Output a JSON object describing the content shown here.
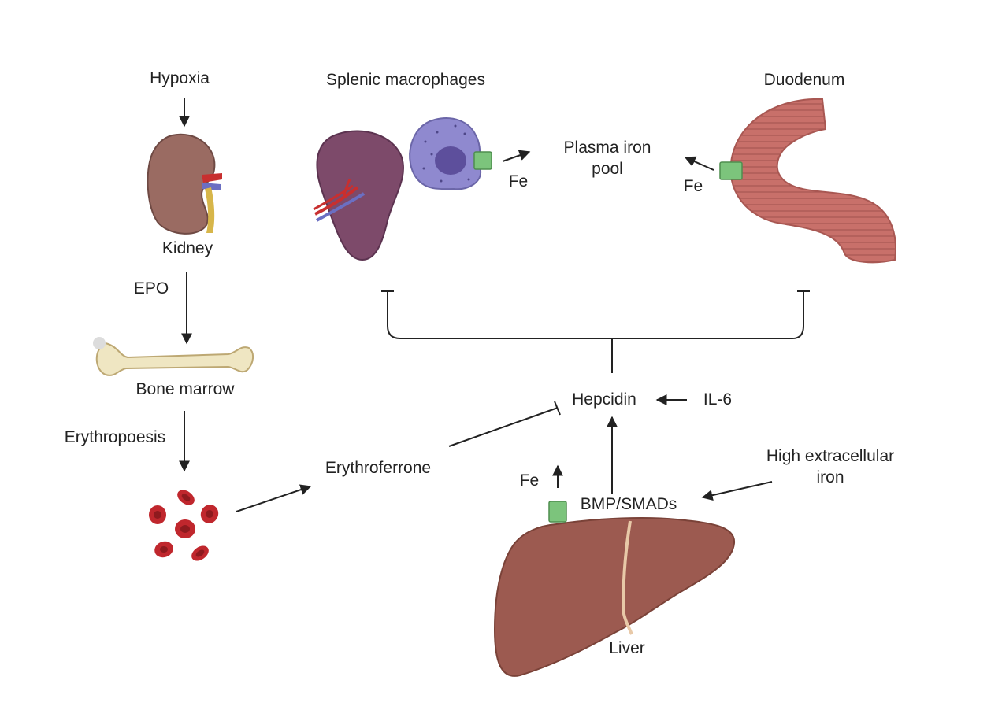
{
  "labels": {
    "hypoxia": "Hypoxia",
    "kidney": "Kidney",
    "epo": "EPO",
    "bone_marrow": "Bone marrow",
    "erythropoesis": "Erythropoesis",
    "erythroferrone": "Erythroferrone",
    "splenic_macrophages": "Splenic macrophages",
    "fe_spleen": "Fe",
    "plasma_iron_line1": "Plasma iron",
    "plasma_iron_line2": "pool",
    "duodenum": "Duodenum",
    "fe_duodenum": "Fe",
    "hepcidin": "Hepcidin",
    "il6": "IL-6",
    "high_iron_line1": "High extracellular",
    "high_iron_line2": "iron",
    "fe_liver": "Fe",
    "bmp_smads": "BMP/SMADs",
    "liver": "Liver"
  },
  "colors": {
    "kidney": "#9a6b62",
    "spleen": "#7d4a6a",
    "macrophage": "#8f89cf",
    "nucleus": "#5d4f9c",
    "duodenum": "#c8706a",
    "liver": "#9c5a50",
    "rbc": "#c0272d",
    "bone": "#efe6c2",
    "transporter": "#7cc47c",
    "arrow": "#222222"
  }
}
